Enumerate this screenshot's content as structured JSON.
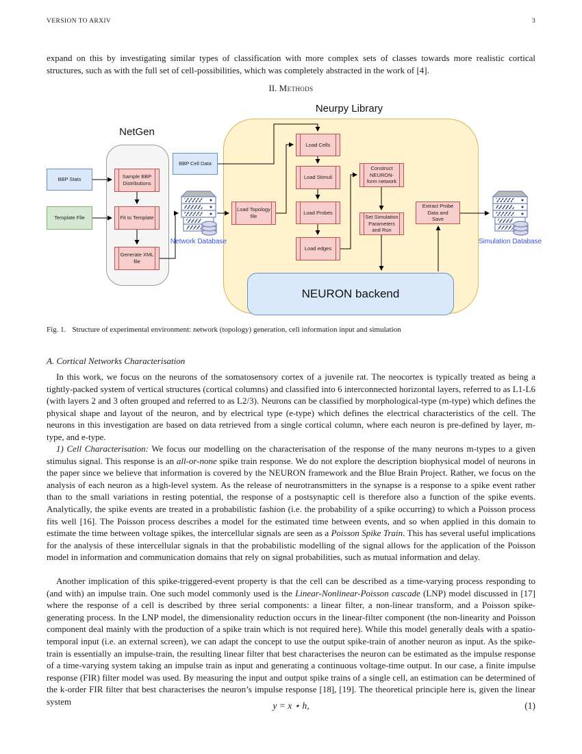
{
  "page": {
    "header": {
      "left": "VERSION TO ARXIV",
      "page_number": "3"
    },
    "intro_paragraph": "expand on this by investigating similar types of classification with more complex sets of classes towards more realistic cortical structures, such as with the full set of cell-possibilities, which was completely abstracted in the work of [4].",
    "methods_heading": {
      "numeral": "II.",
      "title": "Methods"
    },
    "figure": {
      "caption_label": "Fig. 1.",
      "caption_text": "Structure of experimental environment: network (topology) generation, cell information input and simulation",
      "groups": {
        "netgen": "NetGen",
        "neurpy": "Neurpy Library"
      },
      "nodes": {
        "bbp_stats": "BBP Stats",
        "template_file": "Template File",
        "bbp_cell_data": "BBP Cell Data",
        "sample_bbp": "Sample BBP Distributions",
        "fit_template": "Fit to Template",
        "generate_xml": "Generate XML file",
        "load_topology": "Load Topology file",
        "load_cells": "Load Cells",
        "load_stimuli": "Load Stimuli",
        "load_probes": "Load Probes",
        "load_edges": "Load edges",
        "construct_network": "Construct NEURON-form network",
        "set_simulation": "Set Simulation Parameters and Run",
        "extract_probe": "Extract Probe Data and Save",
        "neuron_backend": "NEURON backend"
      },
      "databases": {
        "network": "Network Database",
        "simulation": "Simulation Database"
      },
      "colors": {
        "process_fill": "#F8CECC",
        "process_stroke": "#B85450",
        "input_fill": "#DAE8FC",
        "input_stroke": "#6C8EBF",
        "template_fill": "#D5E8D4",
        "template_stroke": "#82B366",
        "library_fill": "#FFF2CC",
        "library_stroke": "#D6B656",
        "netgen_fill": "#F5F5F5",
        "netgen_stroke": "#999999",
        "backend_fill": "#DAE8FC",
        "backend_stroke": "#6C8EBF",
        "db_label": "#3355DD"
      }
    },
    "subsection_heading": "A. Cortical Networks Characterisation",
    "paragraphs": {
      "a1": [
        {
          "t": "In this work, we focus on the neurons of the somatosensory cortex of a juvenile rat. The neocortex is typically treated as being a tightly-packed system of vertical structures (cortical columns) and classified into 6 interconnected horizontal layers, referred to as L1-L6 (with layers 2 and 3 often grouped and referred to as L2/3). Neurons can be classified by morphological-type (m-type) which defines the physical shape and layout of the neuron, and by electrical type (e-type) which defines the electrical characteristics of the cell. The neurons in this investigation are based on data retrieved from a single cortical column, where each neuron is pre-defined by layer, m-type, and e-type."
        }
      ],
      "a2": [
        {
          "t": "1) Cell Characterisation:",
          "i": true
        },
        {
          "t": " We focus our modelling on the characterisation of the response of the many neurons m-types to a given stimulus signal. This response is an "
        },
        {
          "t": "all-or-none",
          "i": true
        },
        {
          "t": " spike train response. We do not explore the description biophysical model of neurons in the paper since we believe that information is covered by the NEURON framework and the Blue Brain Project. Rather, we focus on the analysis of each neuron as a high-level system. As the release of neurotransmitters in the synapse is a response to a spike event rather than to the small variations in resting potential, the response of a postsynaptic cell is therefore also a function of the spike events. Analytically, the spike events are treated in a probabilistic fashion (i.e. the probability of a spike occurring) to which a Poisson process fits well [16]. The Poisson process describes a model for the estimated time between events, and so when applied in this domain to estimate the time between voltage spikes, the intercellular signals are seen as a "
        },
        {
          "t": "Poisson Spike Train",
          "i": true
        },
        {
          "t": ". This has several useful implications for the analysis of these intercellular signals in that the probabilistic modelling of the signal allows for the application of the Poisson model in information and communication domains that rely on signal probabilities, such as mutual information and delay."
        }
      ],
      "a3": [
        {
          "t": "Another implication of this spike-triggered-event property is that the cell can be described as a time-varying process responding to (and with) an impulse train. One such model commonly used is the "
        },
        {
          "t": "Linear-Nonlinear-Poisson cascade",
          "i": true
        },
        {
          "t": " (LNP) model discussed in [17] where the response of a cell is described by three serial components: a linear filter, a non-linear transform, and a Poisson spike-generating process. In the LNP model, the dimensionality reduction occurs in the linear-filter component (the non-linearity and Poisson component deal mainly with the production of a spike train which is not required here). While this model generally deals with a spatio-temporal input (i.e. an external screen), we can adapt the concept to use the output spike-train of another neuron as input. As the spike-train is essentially an impulse-train, the resulting linear filter that best characterises the neuron can be estimated as the impulse response of a time-varying system taking an impulse train as input and generating a continuous voltage-time output. In our case, a finite impulse response (FIR) filter model was used. By measuring the input and output spike trains of a single cell, an estimation can be determined of the k-order FIR filter that best characterises the neuron’s impulse response [18], [19]. The theoretical principle here is, given the linear system"
        }
      ]
    },
    "equation": {
      "body": "y = x ⋆ h,",
      "number": "(1)"
    }
  }
}
